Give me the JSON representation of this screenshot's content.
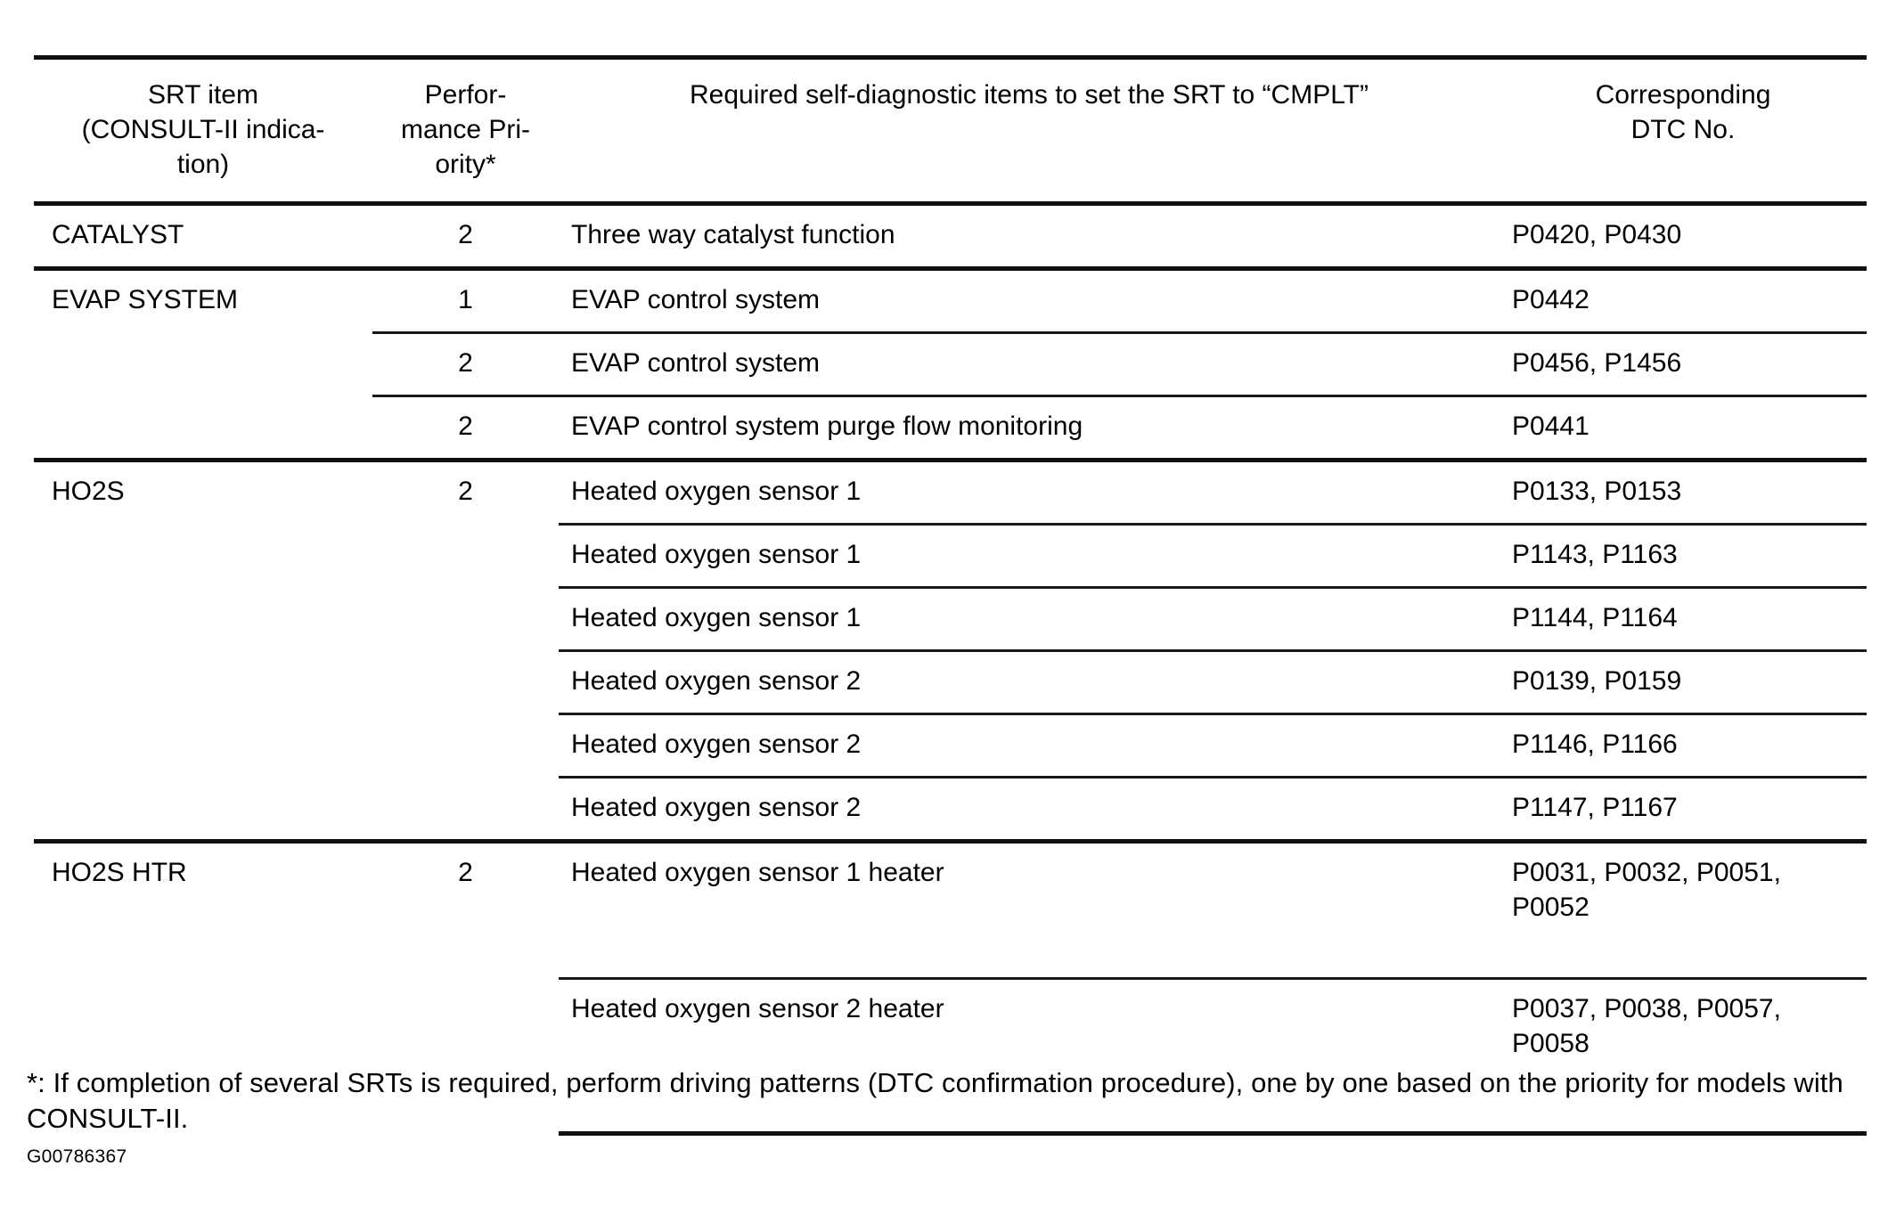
{
  "table": {
    "headers": {
      "col1": [
        "SRT item",
        "(CONSULT-II indica-",
        "tion)"
      ],
      "col2": [
        "Perfor-",
        "mance Pri-",
        "ority*"
      ],
      "col3": "Required self-diagnostic items to set the SRT to “CMPLT”",
      "col4": [
        "Corresponding",
        "DTC No."
      ]
    },
    "groups": [
      {
        "srt_item": "CATALYST",
        "rows": [
          {
            "priority": "2",
            "diagnostic": "Three way catalyst function",
            "dtc": "P0420, P0430"
          }
        ]
      },
      {
        "srt_item": "EVAP SYSTEM",
        "rows": [
          {
            "priority": "1",
            "diagnostic": "EVAP control system",
            "dtc": "P0442"
          },
          {
            "priority": "2",
            "diagnostic": "EVAP control system",
            "dtc": "P0456, P1456"
          },
          {
            "priority": "2",
            "diagnostic": "EVAP control system purge flow monitoring",
            "dtc": "P0441"
          }
        ]
      },
      {
        "srt_item": "HO2S",
        "rows": [
          {
            "priority": "2",
            "diagnostic": "Heated oxygen sensor 1",
            "dtc": "P0133, P0153"
          },
          {
            "priority": "",
            "diagnostic": "Heated oxygen sensor 1",
            "dtc": "P1143, P1163"
          },
          {
            "priority": "",
            "diagnostic": "Heated oxygen sensor 1",
            "dtc": "P1144, P1164"
          },
          {
            "priority": "",
            "diagnostic": "Heated oxygen sensor 2",
            "dtc": "P0139, P0159"
          },
          {
            "priority": "",
            "diagnostic": "Heated oxygen sensor 2",
            "dtc": "P1146, P1166"
          },
          {
            "priority": "",
            "diagnostic": "Heated oxygen sensor 2",
            "dtc": "P1147, P1167"
          }
        ]
      },
      {
        "srt_item": "HO2S HTR",
        "rows": [
          {
            "priority": "2",
            "diagnostic": "Heated oxygen sensor 1 heater",
            "dtc": "P0031, P0032, P0051, P0052"
          },
          {
            "priority": "",
            "diagnostic": "Heated oxygen sensor 2 heater",
            "dtc": "P0037, P0038, P0057, P0058"
          }
        ]
      }
    ]
  },
  "footnote": "*: If completion of several SRTs is required, perform driving patterns (DTC confirmation procedure), one by one based on the priority for models with CONSULT-II.",
  "figure_id": "G00786367"
}
